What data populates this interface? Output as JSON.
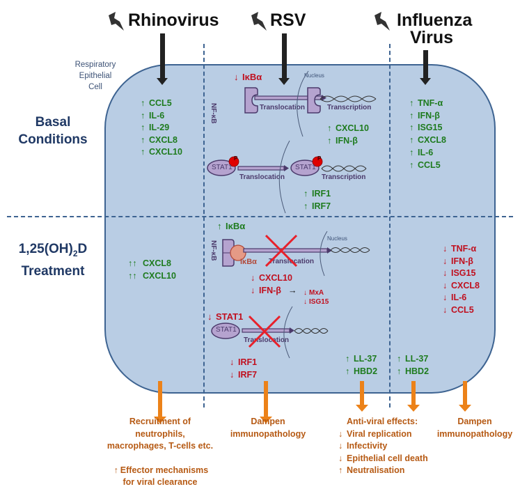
{
  "viruses": [
    {
      "name": "Rhinovirus",
      "icon": "lightning-bolt-icon"
    },
    {
      "name": "RSV",
      "icon": "lightning-bolt-icon"
    },
    {
      "name": "Influenza Virus",
      "line1": "Influenza",
      "line2": "Virus",
      "icon": "lightning-bolt-icon"
    }
  ],
  "cell_label": {
    "line1": "Respiratory",
    "line2": "Epithelial",
    "line3": "Cell"
  },
  "rows": {
    "basal": {
      "line1": "Basal",
      "line2": "Conditions"
    },
    "treatment": {
      "line1": "1,25(OH)",
      "subscript": "2",
      "line1_suffix": "D",
      "line2": "Treatment"
    }
  },
  "arrows": {
    "up": "↑",
    "down": "↓",
    "double_up": "↑↑",
    "right": "→"
  },
  "basal": {
    "rhinovirus": [
      "CCL5",
      "IL-6",
      "IL-29",
      "CXCL8",
      "CXCL10"
    ],
    "rsv": {
      "ikba": "IκBα",
      "nfkb_label": "NF-κB",
      "nucleus_label": "Nucleus",
      "translocation": "Translocation",
      "transcription": "Transcription",
      "nfkb_targets": [
        "CXCL10",
        "IFN-β"
      ],
      "stat1": "STAT1",
      "phospho": "P",
      "stat1_targets": [
        "IRF1",
        "IRF7"
      ]
    },
    "influenza": [
      "TNF-α",
      "IFN-β",
      "ISG15",
      "CXCL8",
      "IL-6",
      "CCL5"
    ]
  },
  "treatment": {
    "rhinovirus": [
      "CXCL8",
      "CXCL10"
    ],
    "rsv": {
      "ikba_up": "IκBα",
      "nfkb_label": "NF-κB",
      "ikba_bound": "IκBα",
      "nucleus_label": "Nucleus",
      "translocation": "Translocation",
      "down_targets": [
        "CXCL10",
        "IFN-β"
      ],
      "downstream_targets": [
        "MxA",
        "ISG15"
      ],
      "stat1_down": "STAT1",
      "stat1": "STAT1",
      "irf_down": [
        "IRF1",
        "IRF7"
      ],
      "antimicrobials": [
        "LL-37",
        "HBD2"
      ]
    },
    "influenza": {
      "antimicrobials": [
        "LL-37",
        "HBD2"
      ],
      "down": [
        "TNF-α",
        "IFN-β",
        "ISG15",
        "CXCL8",
        "IL-6",
        "CCL5"
      ]
    }
  },
  "outcomes": {
    "rhinovirus": {
      "lines": [
        "Recruitment of",
        "neutrophils,",
        "macrophages, T-cells etc."
      ],
      "effector_line1": "Effector mechanisms",
      "effector_line2": "for viral clearance"
    },
    "rsv": {
      "lines": [
        "Dampen",
        "immunopathology"
      ]
    },
    "antiviral": {
      "title": "Anti-viral effects:",
      "items": [
        {
          "dir": "down",
          "text": "Viral replication"
        },
        {
          "dir": "down",
          "text": "Infectivity"
        },
        {
          "dir": "down",
          "text": "Epithelial cell death"
        },
        {
          "dir": "up",
          "text": "Neutralisation"
        }
      ]
    },
    "influenza": {
      "lines": [
        "Dampen",
        "immunopathology"
      ]
    }
  },
  "colors": {
    "cell_fill": "#b9cde4",
    "cell_border": "#3d6391",
    "upregulated": "#1e7b1e",
    "downregulated": "#c00f1e",
    "outcome": "#b65a14",
    "outcome_arrow": "#ec8219",
    "protein": "#b5a3cf",
    "phospho": "#e00000",
    "block_cross": "#e8202a"
  }
}
